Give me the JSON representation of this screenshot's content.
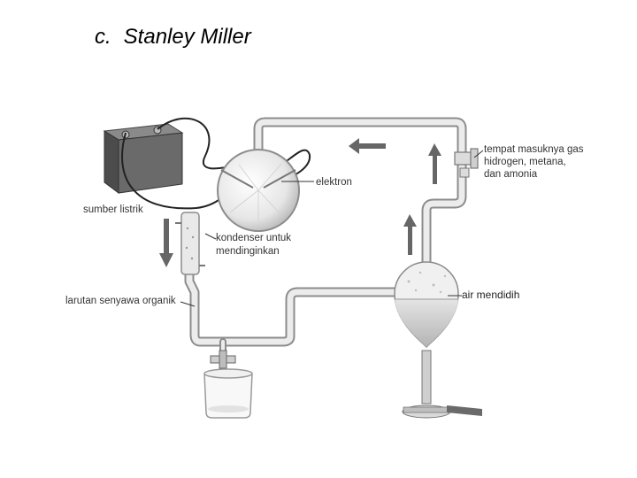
{
  "title": {
    "letter": "c.",
    "text": "Stanley Miller"
  },
  "labels": {
    "power_source": "sumber listrik",
    "electrodes": "elektron",
    "condenser_line1": "kondenser untuk",
    "condenser_line2": "mendinginkan",
    "organic_solution": "larutan senyawa organik",
    "gas_inlet_line1": "tempat masuknya gas",
    "gas_inlet_line2": "hidrogen, metana,",
    "gas_inlet_line3": "dan amonia",
    "boiling_water": "air mendidih"
  },
  "colors": {
    "glass": "#d9d9d9",
    "glass_edge": "#8c8c8c",
    "arrow": "#666666",
    "battery": "#5a5a5a"
  }
}
